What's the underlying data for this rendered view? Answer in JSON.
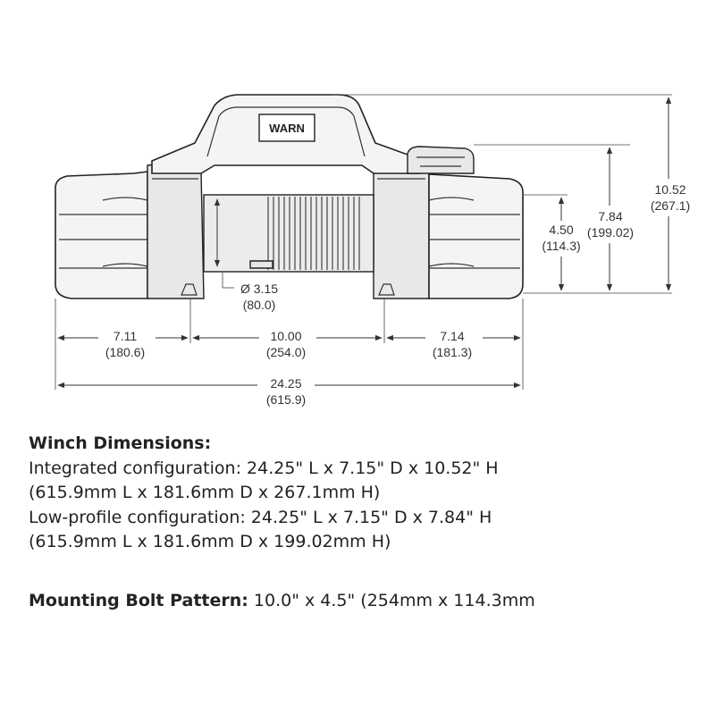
{
  "diagram": {
    "logo_text": "WARN",
    "dimensions": {
      "height_total": {
        "in": "10.52",
        "mm": "(267.1)"
      },
      "height_low": {
        "in": "7.84",
        "mm": "(199.02)"
      },
      "bolt_height": {
        "in": "4.50",
        "mm": "(114.3)"
      },
      "drum_dia": {
        "in": "Ø 3.15",
        "mm": "(80.0)"
      },
      "left_len": {
        "in": "7.11",
        "mm": "(180.6)"
      },
      "center_len": {
        "in": "10.00",
        "mm": "(254.0)"
      },
      "right_len": {
        "in": "7.14",
        "mm": "(181.3)"
      },
      "total_len": {
        "in": "24.25",
        "mm": "(615.9)"
      }
    }
  },
  "specs": {
    "winch_heading": "Winch Dimensions:",
    "integrated_line": "Integrated configuration: 24.25\" L x 7.15\" D x 10.52\" H",
    "integrated_mm": "(615.9mm L x 181.6mm D x 267.1mm H)",
    "lowprofile_line": "Low-profile configuration: 24.25\" L x 7.15\" D x 7.84\" H",
    "lowprofile_mm": "(615.9mm L x 181.6mm D x 199.02mm H)",
    "bolt_heading": "Mounting Bolt Pattern:",
    "bolt_value": " 10.0\" x 4.5\" (254mm x 114.3mm"
  }
}
